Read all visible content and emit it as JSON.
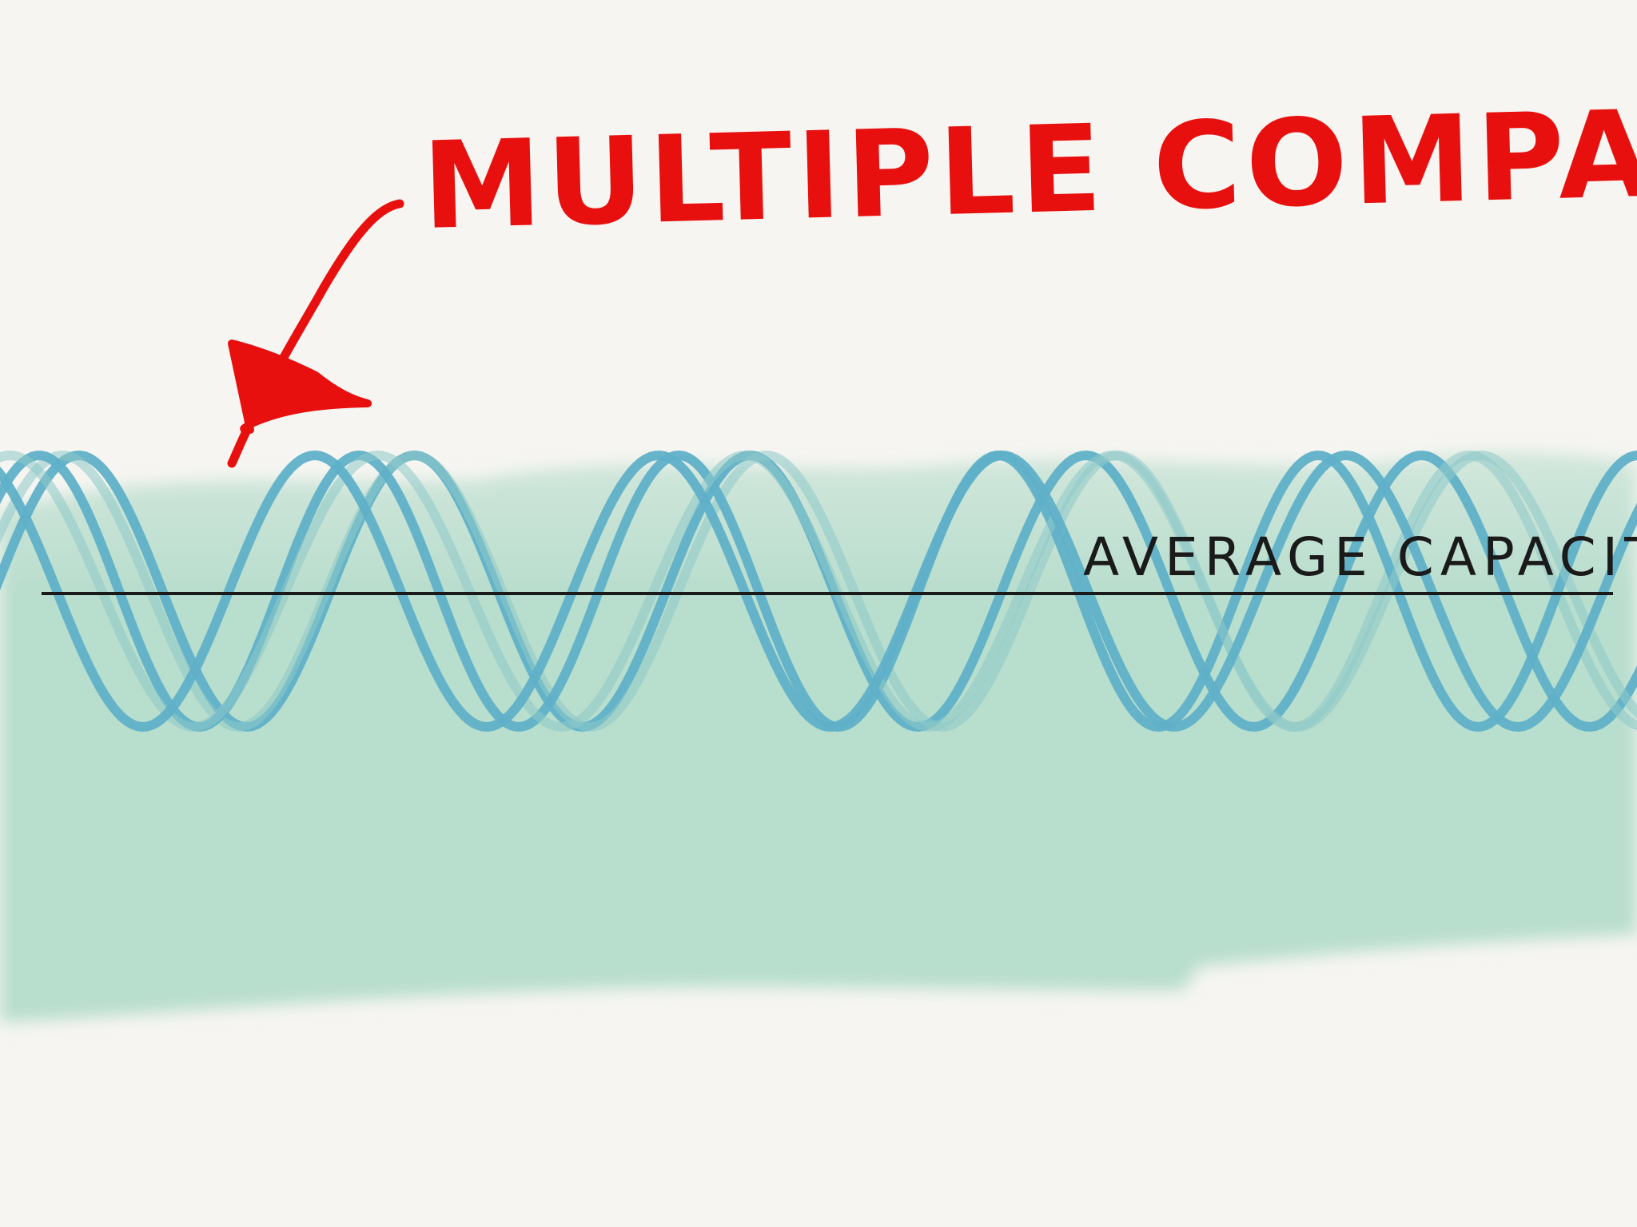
{
  "annotation": {
    "title": "MULTIPLE COMPANIES",
    "reference_line_label": "AVERAGE CAPACITY"
  },
  "colors": {
    "background": "#f6f5f1",
    "wash": "#b5dccb",
    "wave": "#5fb0c8",
    "wave_faded": "#8ec9c9",
    "annotation": "#e8100f",
    "line": "#1a1a1a"
  },
  "waves": [
    {
      "period": 420,
      "phase": 0.1,
      "opacity": 0.95
    },
    {
      "period": 440,
      "phase": 0.45,
      "opacity": 0.55
    },
    {
      "period": 400,
      "phase": 0.8,
      "opacity": 0.95
    },
    {
      "period": 460,
      "phase": 1.4,
      "opacity": 0.55
    },
    {
      "period": 430,
      "phase": 2.1,
      "opacity": 0.95
    }
  ]
}
